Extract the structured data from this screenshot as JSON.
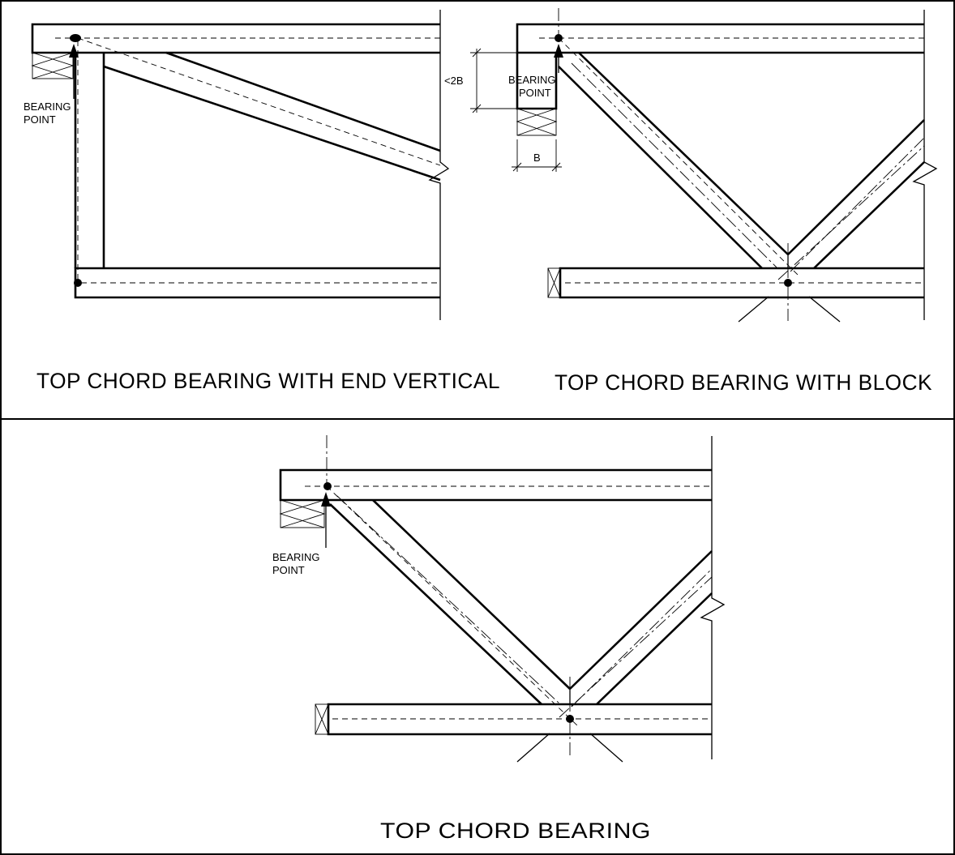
{
  "panels": {
    "end_vertical": {
      "caption": "TOP  CHORD  BEARING  WITH  END  VERTICAL",
      "bearing_label_line1": "BEARING",
      "bearing_label_line2": "POINT"
    },
    "block": {
      "caption": "TOP  CHORD  BEARING  WITH  BLOCK",
      "bearing_label_line1": "BEARING",
      "bearing_label_line2": "POINT",
      "dim_height": "<2B",
      "dim_width": "B"
    },
    "plain": {
      "caption": "TOP  CHORD  BEARING",
      "bearing_label_line1": "BEARING",
      "bearing_label_line2": "POINT"
    }
  }
}
